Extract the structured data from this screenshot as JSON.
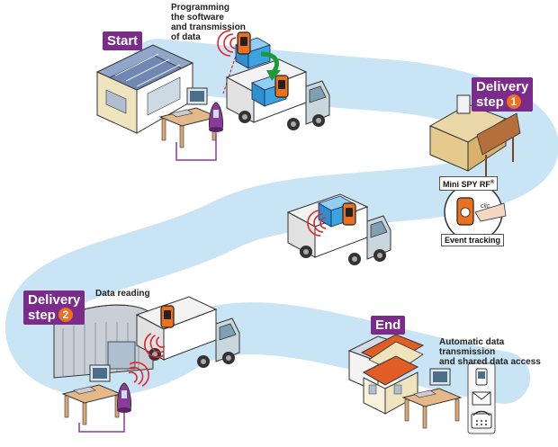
{
  "labels": {
    "start": "Start",
    "delivery_step": "Delivery",
    "delivery_step_word": "step",
    "step1_number": "1",
    "step2_number": "2",
    "end": "End"
  },
  "captions": {
    "programming_line1": "Programming",
    "programming_line2": "the software",
    "programming_line3": "and transmission",
    "programming_line4": "of data",
    "data_reading": "Data reading",
    "auto_line1": "Automatic data transmission",
    "auto_line2": "and shared data access"
  },
  "device": {
    "name": "Mini SPY RF",
    "trademark": "®",
    "clic": "clic",
    "event_tracking": "Event tracking"
  },
  "colors": {
    "path": "#c9e4f5",
    "accent_purple": "#7b2c8b",
    "accent_orange": "#ee6f1c",
    "box_blue": "#3aa4e0",
    "signal_red": "#e0262a"
  }
}
